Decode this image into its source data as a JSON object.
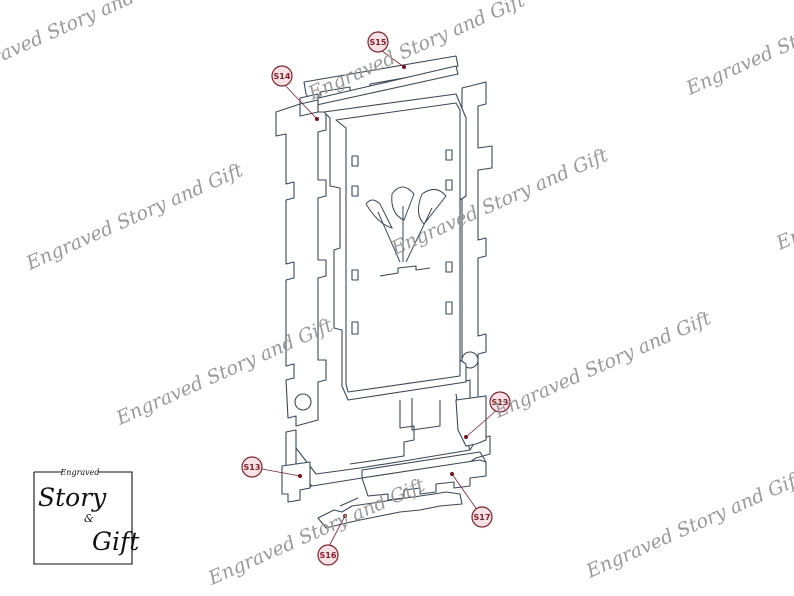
{
  "watermark_text": "Engraved Story and Gift",
  "callouts": [
    {
      "id": "S14",
      "label": "S14"
    },
    {
      "id": "S15",
      "label": "S15"
    },
    {
      "id": "S13a",
      "label": "S13"
    },
    {
      "id": "S13b",
      "label": "S13"
    },
    {
      "id": "S16",
      "label": "S16"
    },
    {
      "id": "S17",
      "label": "S17"
    }
  ],
  "logo": {
    "top": "Engraved",
    "story": "Story",
    "amp": "&",
    "gift": "Gift"
  },
  "colors": {
    "line": "#3a4a5a",
    "panel_fill": "#ffffff",
    "callout_ring": "#8a1c2b",
    "callout_fill": "#f6e3e5",
    "dot": "#7a0f1e",
    "watermark": "#9a9a9a"
  }
}
